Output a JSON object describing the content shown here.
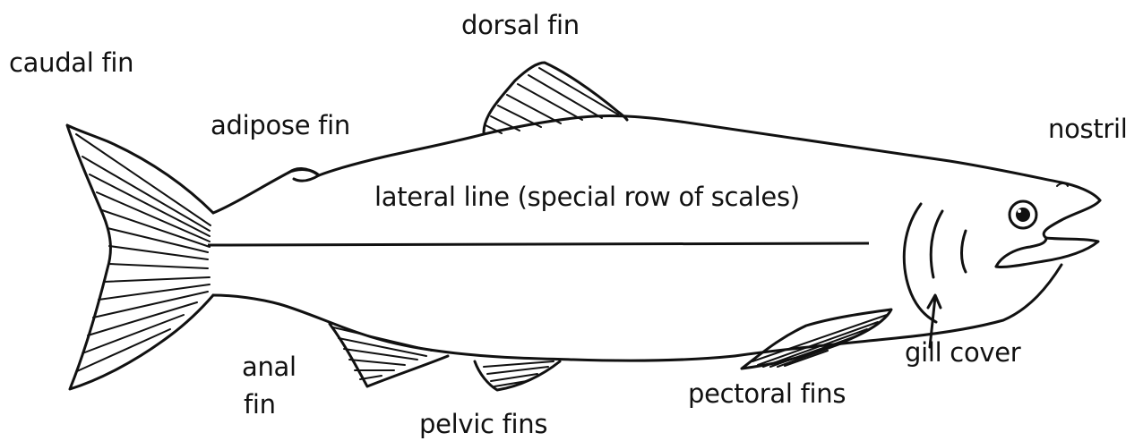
{
  "labels": {
    "caudal_fin": "caudal fin",
    "dorsal_fin": "dorsal fin",
    "adipose_fin": "adipose fin",
    "nostril": "nostril",
    "lateral_line": "lateral line (special row of scales)",
    "anal_fin_line1": "anal",
    "anal_fin_line2": "fin",
    "pelvic_fins": "pelvic fins",
    "pectoral_fins": "pectoral fins",
    "gill_cover": "gill cover"
  },
  "colors": {
    "ink": "#111111",
    "background": "#ffffff"
  }
}
